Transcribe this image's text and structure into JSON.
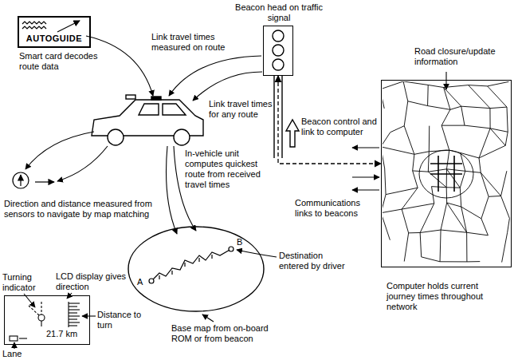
{
  "diagram": {
    "nodes": [
      {
        "text": [
          "AUTOGUIDE",
          "Smart card decodes route data"
        ]
      },
      {
        "text": [
          "Beacon head on traffic signal"
        ]
      },
      {
        "text": [
          "Computer holds current journey times throughout network"
        ]
      },
      {
        "text": [
          "A",
          "B"
        ]
      },
      {
        "text": [
          "21.7 km"
        ]
      }
    ],
    "edges": [
      {
        "from": 1,
        "to": 2,
        "arrow": "both"
      }
    ],
    "labels": [
      "Link travel times measured on route",
      "Link travel times for any route",
      "Road closure/update information",
      "Beacon control and link to computer",
      "Direction and distance measured from sensors to navigate by map matching",
      "In-vehicle unit computes quickest route from received travel times",
      "Communications links to beacons",
      "Destination entered by driver",
      "Turning indicator",
      "LCD display gives direction",
      "Distance to turn",
      "Base map from on-board ROM or from beacon",
      "Lane"
    ]
  }
}
